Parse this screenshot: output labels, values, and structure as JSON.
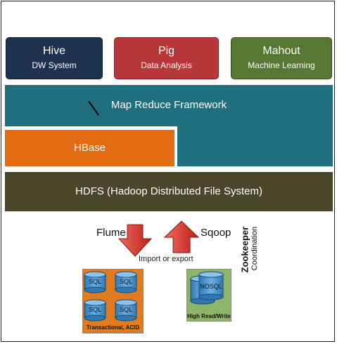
{
  "layers": {
    "hive": {
      "title": "Hive",
      "subtitle": "DW System",
      "color": "#1e3250"
    },
    "pig": {
      "title": "Pig",
      "subtitle": "Data Analysis",
      "color": "#b8383a"
    },
    "mahout": {
      "title": "Mahout",
      "subtitle": "Machine Learning",
      "color": "#577833"
    },
    "mapreduce": {
      "label": "Map Reduce Framework",
      "color": "#1f6f7f"
    },
    "hbase": {
      "label": "HBase",
      "color": "#e36c13"
    },
    "hdfs": {
      "label": "HDFS (Hadoop Distributed File System)",
      "color": "#4a4629"
    }
  },
  "transfer": {
    "flume_label": "Flume",
    "sqoop_label": "Sqoop",
    "import_export_label": "Import or export",
    "arrow_color": "#d9322b"
  },
  "zookeeper": {
    "title": "Zookeeper",
    "subtitle": "Coordination"
  },
  "sources": {
    "rdbms": {
      "db_labels": [
        "SQL",
        "SQL",
        "SQL",
        "SQL"
      ],
      "caption": "Transactional, ACID",
      "bg": "#e07b1f"
    },
    "nosql": {
      "db_label": "NOSQL",
      "caption": "High Read/Write",
      "bg": "#8cb56a"
    }
  }
}
